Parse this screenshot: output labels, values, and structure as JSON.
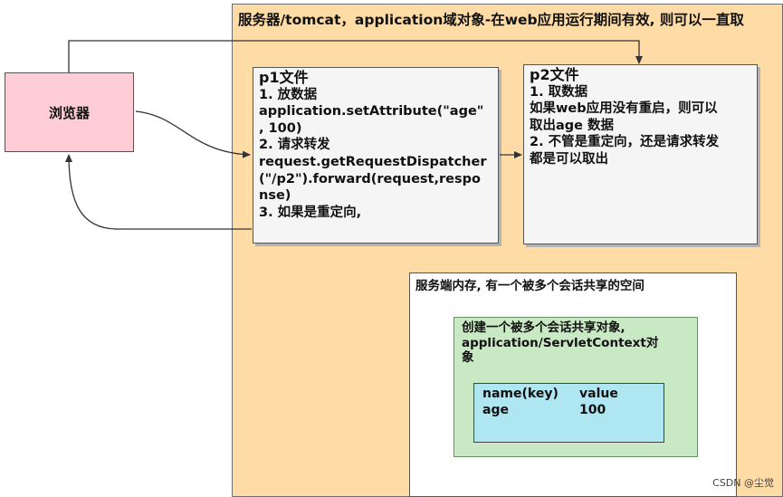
{
  "server": {
    "title": "服务器/tomcat，application域对象-在web应用运行期间有效, 则可以一直取"
  },
  "browser": {
    "label": "浏览器"
  },
  "p1": {
    "title": "p1文件",
    "lines": [
      "1. 放数据",
      "application.setAttribute(\"age\"",
      ", 100)",
      "2. 请求转发",
      "request.getRequestDispatcher",
      "(\"/p2\").forward(request,respo",
      "nse)",
      "3. 如果是重定向,"
    ]
  },
  "p2": {
    "title": "p2文件",
    "lines": [
      "1. 取数据",
      "如果web应用没有重启，则可以",
      "取出age 数据",
      "2. 不管是重定向，还是请求转发",
      "都是可以取出"
    ]
  },
  "memory": {
    "title": "服务端内存, 有一个被多个会话共享的空间"
  },
  "app_object": {
    "lines": [
      "创建一个被多个会话共享对象,",
      "application/ServletContext对",
      "象"
    ]
  },
  "kv_table": {
    "header_key": "name(key)",
    "header_value": "value",
    "rows": [
      {
        "key": "age",
        "value": "100"
      }
    ]
  },
  "watermark": "CSDN @尘觉"
}
